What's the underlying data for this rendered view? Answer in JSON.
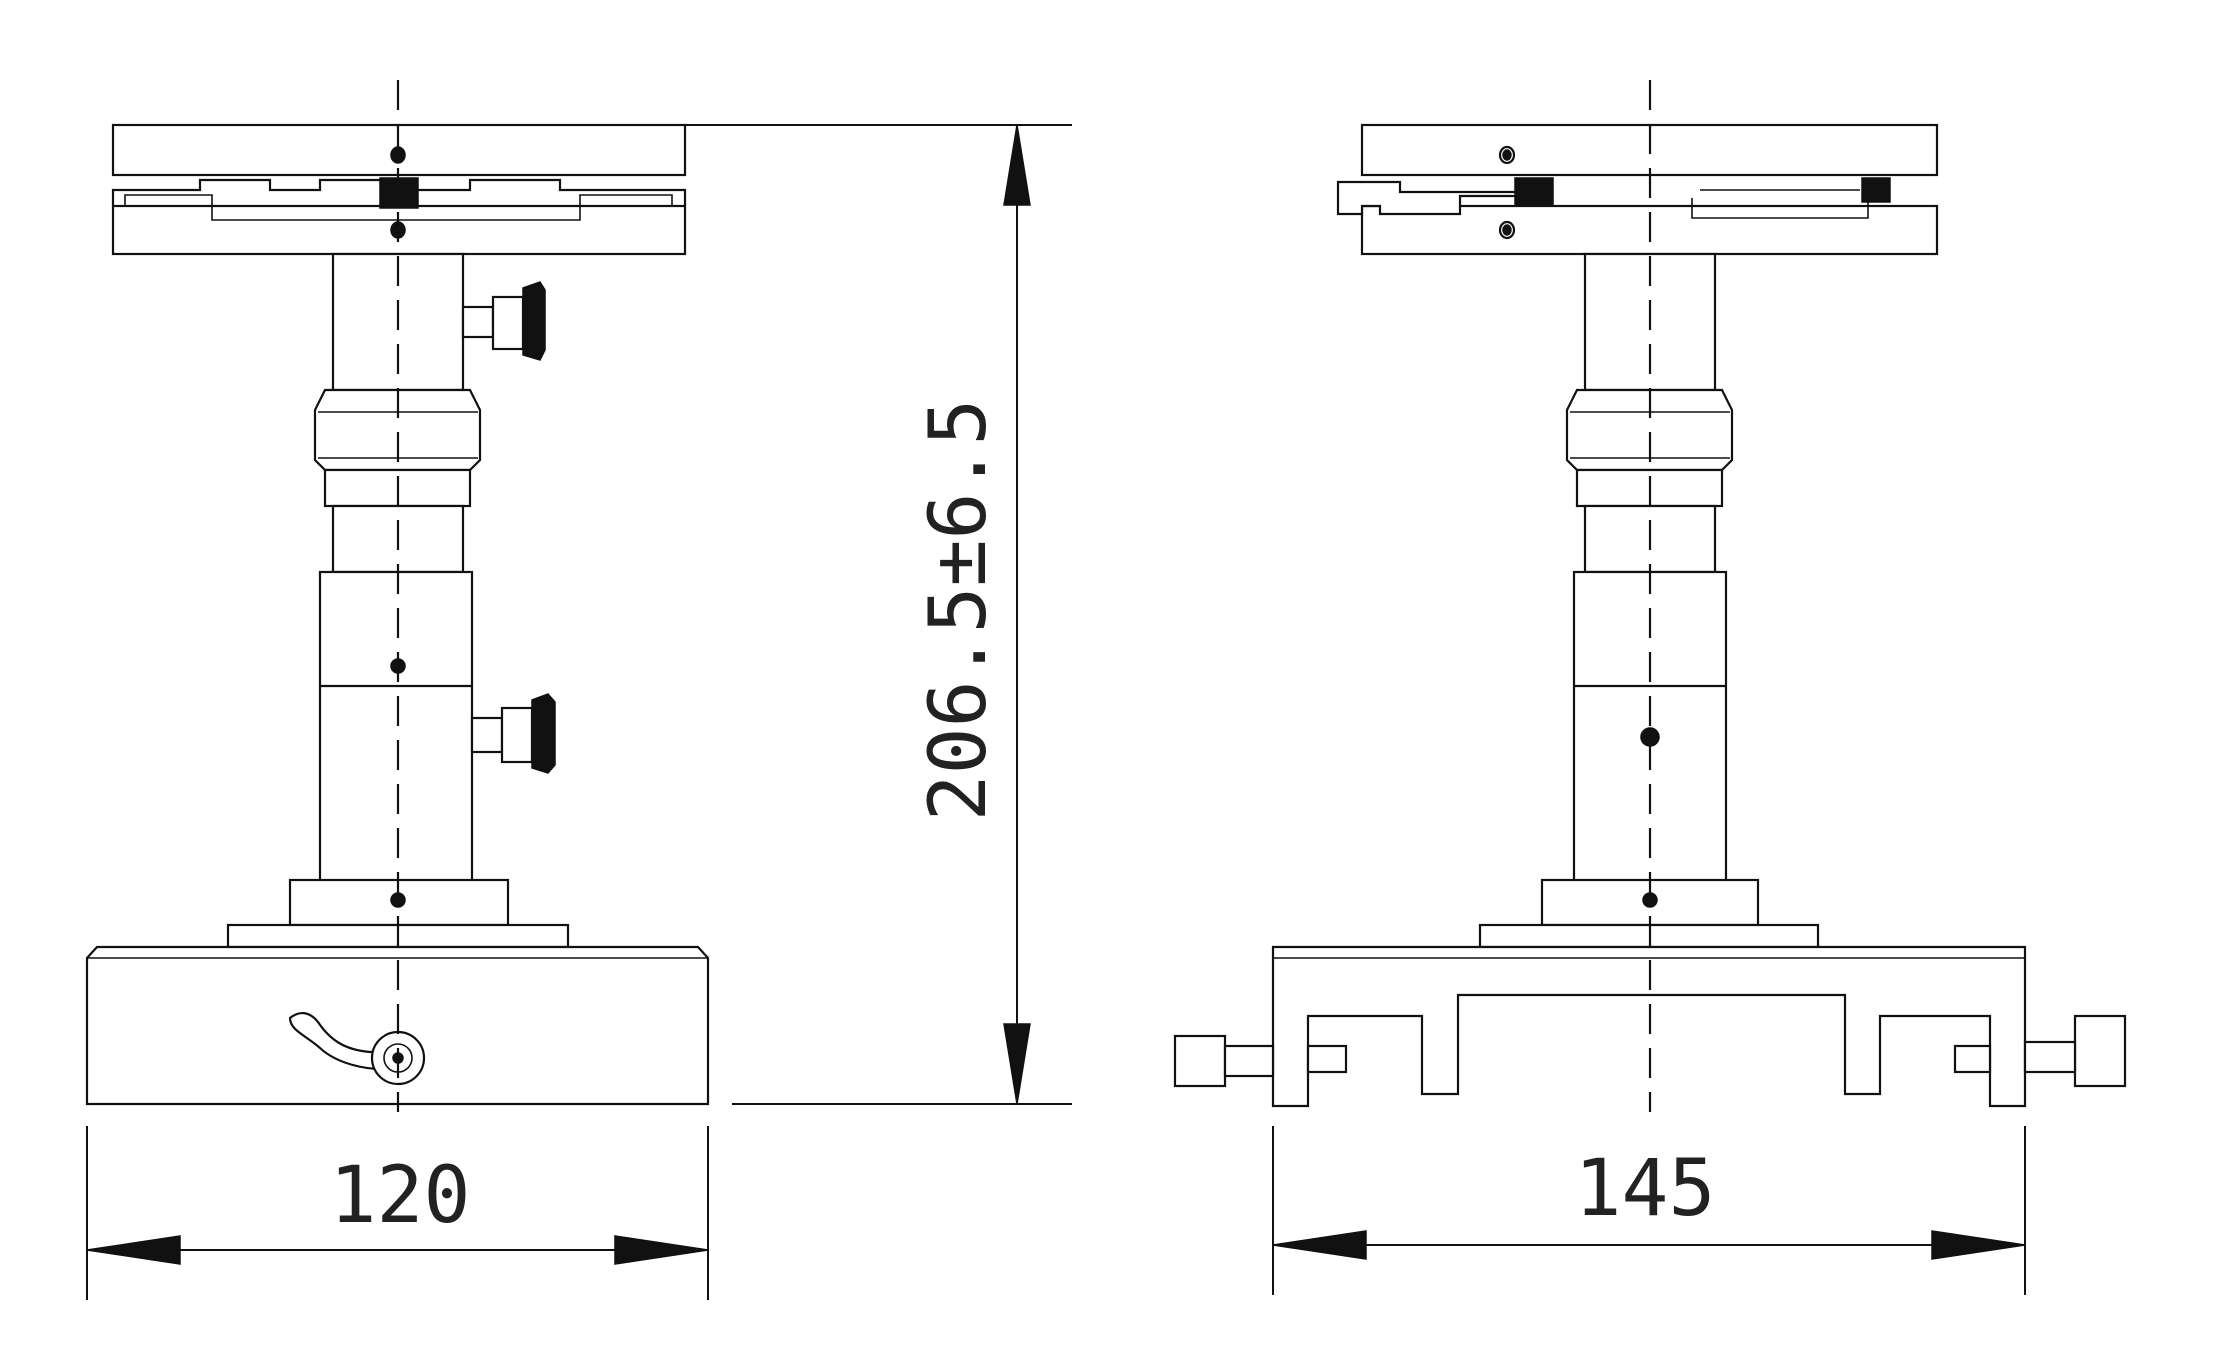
{
  "dimensions": {
    "left_view_width": "120",
    "right_view_width": "145",
    "height": "206.5±6.5"
  }
}
